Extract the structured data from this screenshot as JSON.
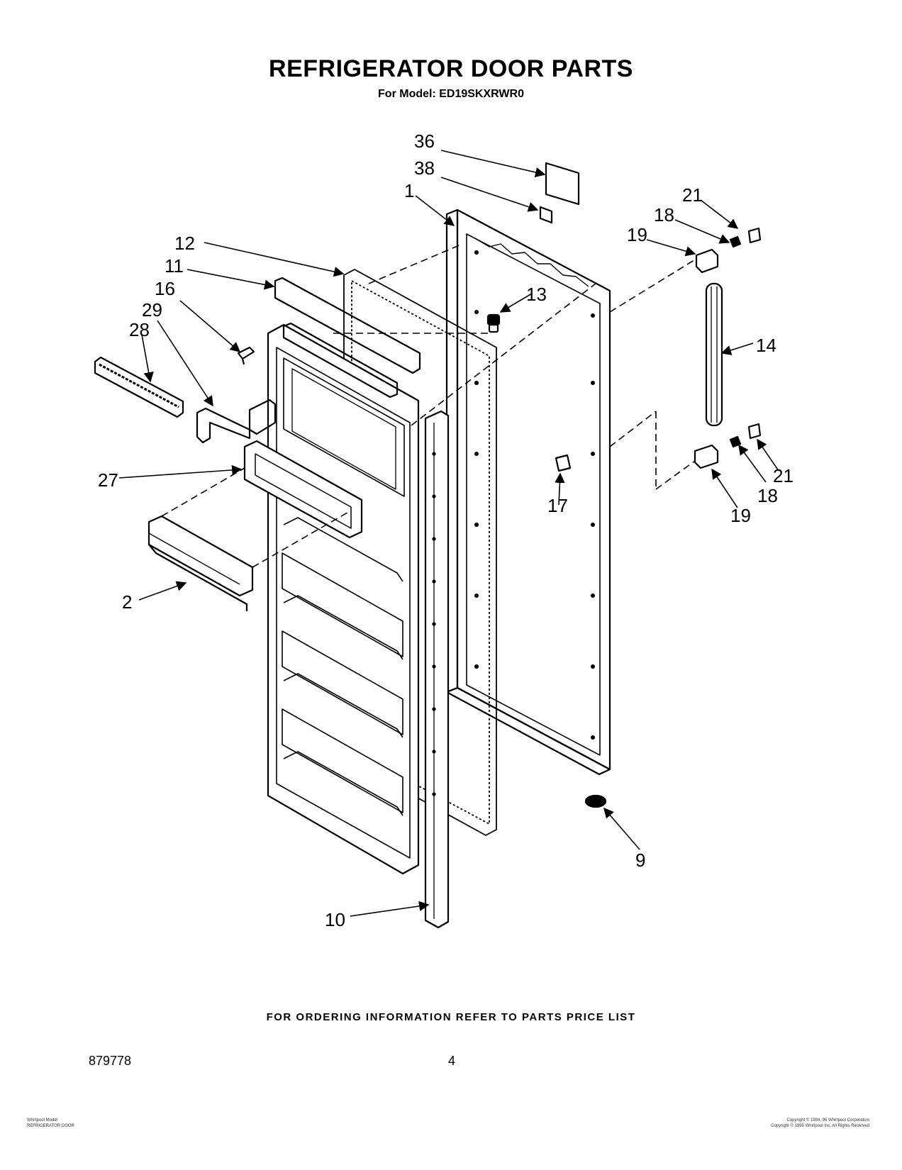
{
  "header": {
    "title": "REFRIGERATOR DOOR PARTS",
    "subtitle": "For Model: ED19SKXRWR0"
  },
  "callouts": [
    "36",
    "38",
    "1",
    "21",
    "18",
    "19",
    "12",
    "11",
    "13",
    "16",
    "29",
    "28",
    "14",
    "27",
    "17",
    "21",
    "18",
    "19",
    "2",
    "9",
    "10"
  ],
  "footer": {
    "ordering": "FOR ORDERING INFORMATION REFER TO PARTS PRICE LIST",
    "doc_number": "879778",
    "page_number": "4",
    "left_line1": "Whirlpool Model",
    "left_line2": "REFRIGERATOR DOOR",
    "right_line1": "Copyright © 1994, 95 Whirlpool Corporation",
    "right_line2": "Copyright © 1995 Whirlpool Inc. All Rights Reserved"
  }
}
